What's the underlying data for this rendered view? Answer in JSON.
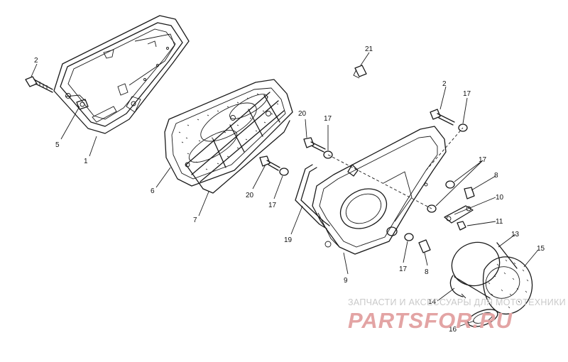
{
  "diagram": {
    "callouts": [
      {
        "id": "c2a",
        "text": "2"
      },
      {
        "id": "c5",
        "text": "5"
      },
      {
        "id": "c1",
        "text": "1"
      },
      {
        "id": "c6",
        "text": "6"
      },
      {
        "id": "c7",
        "text": "7"
      },
      {
        "id": "c20a",
        "text": "20"
      },
      {
        "id": "c17a",
        "text": "17"
      },
      {
        "id": "c20b",
        "text": "20"
      },
      {
        "id": "c17b",
        "text": "17"
      },
      {
        "id": "c19",
        "text": "19"
      },
      {
        "id": "c9",
        "text": "9"
      },
      {
        "id": "c21",
        "text": "21"
      },
      {
        "id": "c2b",
        "text": "2"
      },
      {
        "id": "c17c",
        "text": "17"
      },
      {
        "id": "c17d",
        "text": "17"
      },
      {
        "id": "c8a",
        "text": "8"
      },
      {
        "id": "c10",
        "text": "10"
      },
      {
        "id": "c11",
        "text": "11"
      },
      {
        "id": "c17e",
        "text": "17"
      },
      {
        "id": "c8b",
        "text": "8"
      },
      {
        "id": "c13",
        "text": "13"
      },
      {
        "id": "c15",
        "text": "15"
      },
      {
        "id": "c14",
        "text": "14"
      },
      {
        "id": "c16",
        "text": "16"
      }
    ]
  },
  "watermark": {
    "tagline": "ЗАПЧАСТИ И АКСЕССУАРЫ ДЛЯ МОТОТЕХНИКИ",
    "logo": "PARTSFOR.RU",
    "colors": {
      "tagline": "#c9c9c9",
      "logo": "#e3a4a4"
    }
  }
}
